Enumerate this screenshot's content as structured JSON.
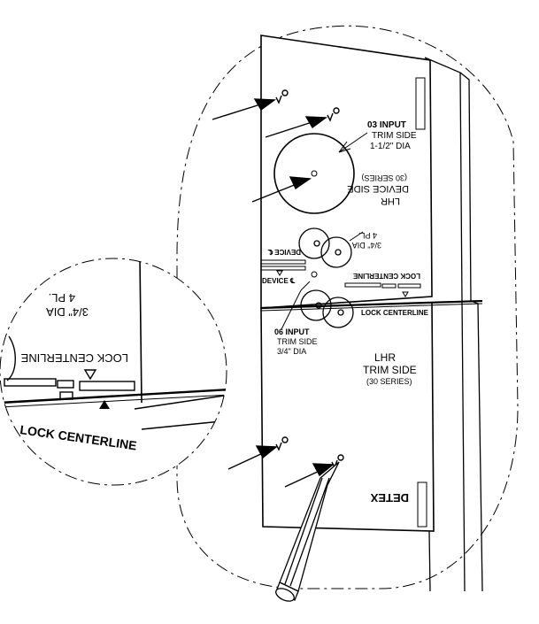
{
  "labels": {
    "input_03": "03 INPUT",
    "input_03_side": "TRIM SIDE",
    "input_03_dia": "1-1/2\" DIA",
    "device_side_title": "LHR",
    "device_side_line2": "DEVICE SIDE",
    "device_side_series": "(30 SERIES)",
    "holes_dia": "3/4\" DIA",
    "holes_count": "4 PL.",
    "device_cl_upside": "DEVICE ℄",
    "device_cl": "DEVICE ℄",
    "lock_cl_upside": "LOCK CENTERLINE",
    "lock_cl": "LOCK CENTERLINE",
    "input_06": "06 INPUT",
    "input_06_side": "TRIM SIDE",
    "input_06_dia": "3/4\" DIA",
    "trim_side_title": "LHR",
    "trim_side_line2": "TRIM SIDE",
    "trim_side_series": "(30 SERIES)",
    "brand": "DETEX",
    "zoom_holes_dia": "3/4\" DIA",
    "zoom_holes_count": "4 PL.",
    "zoom_lock_cl_upside": "LOCK CENTERLINE",
    "zoom_lock_cl": "LOCK CENTERLINE"
  },
  "colors": {
    "ink": "#000000",
    "paper": "#ffffff"
  }
}
